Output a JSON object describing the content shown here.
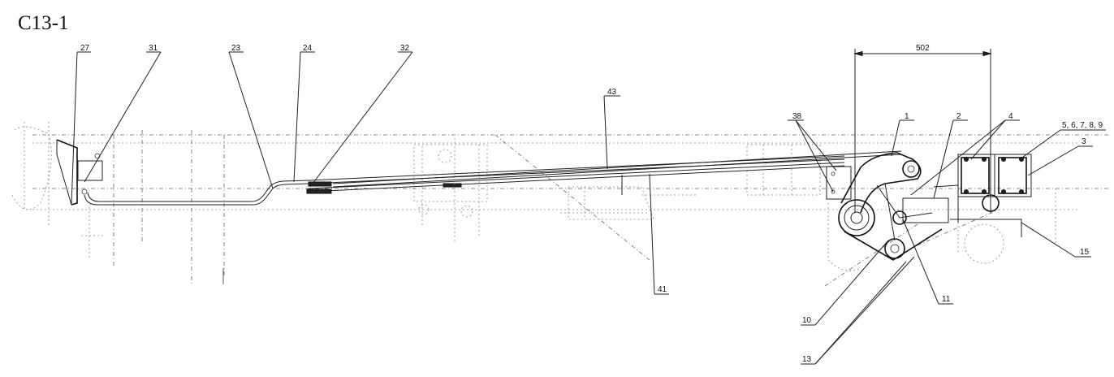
{
  "drawing": {
    "code": "C13-1",
    "dimension": "502"
  },
  "callouts": [
    {
      "id": "27",
      "text": "27"
    },
    {
      "id": "31",
      "text": "31"
    },
    {
      "id": "23",
      "text": "23"
    },
    {
      "id": "24",
      "text": "24"
    },
    {
      "id": "32",
      "text": "32"
    },
    {
      "id": "43",
      "text": "43"
    },
    {
      "id": "38",
      "text": "38"
    },
    {
      "id": "1",
      "text": "1"
    },
    {
      "id": "2",
      "text": "2"
    },
    {
      "id": "4",
      "text": "4"
    },
    {
      "id": "5",
      "text": "5, 6, 7, 8, 9"
    },
    {
      "id": "3",
      "text": "3"
    },
    {
      "id": "15",
      "text": "15"
    },
    {
      "id": "41",
      "text": "41"
    },
    {
      "id": "11",
      "text": "11"
    },
    {
      "id": "10",
      "text": "10"
    },
    {
      "id": "13",
      "text": "13"
    }
  ],
  "colors": {
    "ink": "#222222",
    "background": "#ffffff"
  }
}
